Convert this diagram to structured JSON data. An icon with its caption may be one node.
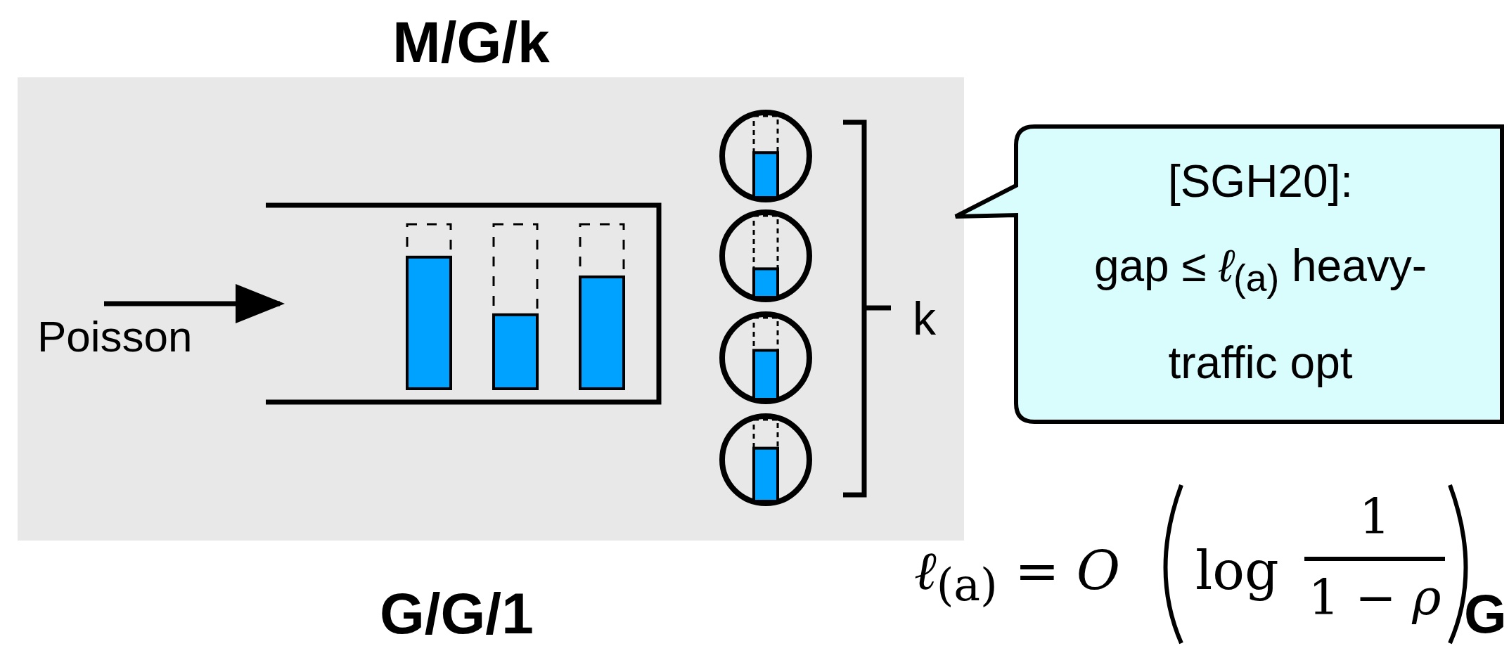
{
  "diagram": {
    "nodes": [
      {
        "text": [
          "M/G/k"
        ]
      },
      {
        "text": [],
        "shape": "box",
        "in": 0
      },
      {
        "text": [],
        "shape": "circle",
        "in": 0
      },
      {
        "text": [],
        "shape": "circle",
        "in": 0
      },
      {
        "text": [],
        "shape": "circle",
        "in": 0
      },
      {
        "text": [],
        "shape": "circle",
        "in": 0
      },
      {
        "text": [
          "[SGH20]:",
          "gap  ≤ *ℓ*$_{(a)}$ heavy-traffic opt"
        ]
      }
    ],
    "edges": [
      {
        "from": null,
        "to": 1,
        "arrow": "to",
        "label": "Poisson"
      }
    ],
    "labels": [
      "k",
      "*ℓ*$_{(a)}$ = *O*",
      "log",
      "1",
      "1 − *ρ*",
      "G/G/1",
      "G"
    ]
  }
}
